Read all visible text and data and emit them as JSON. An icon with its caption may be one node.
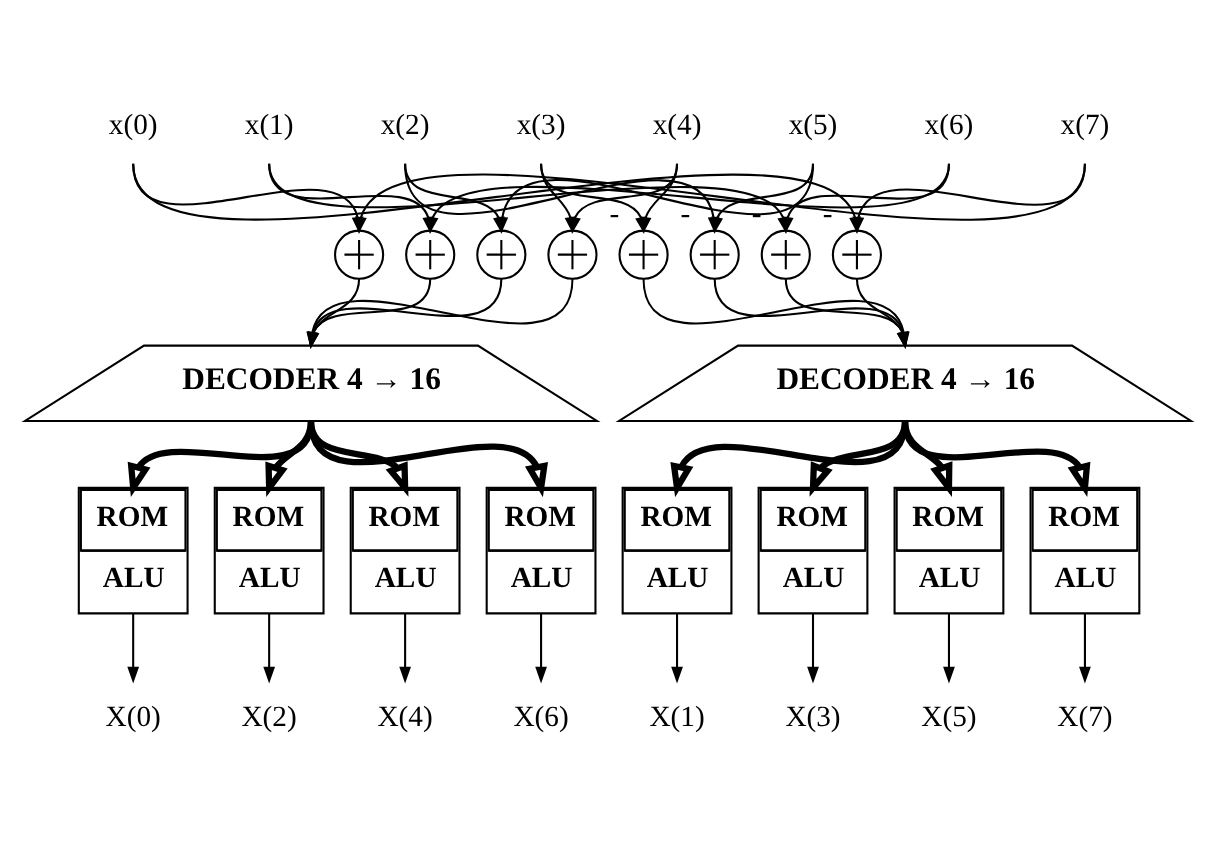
{
  "diagram": {
    "nodes": [
      {
        "text": [
          "x(0)"
        ]
      },
      {
        "text": [
          "x(1)"
        ]
      },
      {
        "text": [
          "x(2)"
        ]
      },
      {
        "text": [
          "x(3)"
        ]
      },
      {
        "text": [
          "x(4)"
        ]
      },
      {
        "text": [
          "x(5)"
        ]
      },
      {
        "text": [
          "x(6)"
        ]
      },
      {
        "text": [
          "x(7)"
        ]
      },
      {
        "text": [],
        "shape": "circle"
      },
      {
        "text": [],
        "shape": "circle"
      },
      {
        "text": [],
        "shape": "circle"
      },
      {
        "text": [],
        "shape": "circle"
      },
      {
        "text": [],
        "shape": "circle",
        "beside": [
          "-"
        ]
      },
      {
        "text": [],
        "shape": "circle",
        "beside": [
          "-"
        ]
      },
      {
        "text": [],
        "shape": "circle",
        "beside": [
          "-"
        ]
      },
      {
        "text": [],
        "shape": "circle",
        "beside": [
          "-"
        ]
      },
      {
        "text": [
          "DECODER 4 → 16"
        ]
      },
      {
        "text": [
          "DECODER 4 → 16"
        ]
      },
      {
        "text": [
          "ROM",
          "ALU"
        ]
      },
      {
        "text": [
          "ROM",
          "ALU"
        ]
      },
      {
        "text": [
          "ROM",
          "ALU"
        ]
      },
      {
        "text": [
          "ROM",
          "ALU"
        ]
      },
      {
        "text": [
          "ROM",
          "ALU"
        ]
      },
      {
        "text": [
          "ROM",
          "ALU"
        ]
      },
      {
        "text": [
          "ROM",
          "ALU"
        ]
      },
      {
        "text": [
          "ROM",
          "ALU"
        ]
      },
      {
        "text": [
          "X(0)"
        ]
      },
      {
        "text": [
          "X(2)"
        ]
      },
      {
        "text": [
          "X(4)"
        ]
      },
      {
        "text": [
          "X(6)"
        ]
      },
      {
        "text": [
          "X(1)"
        ]
      },
      {
        "text": [
          "X(3)"
        ]
      },
      {
        "text": [
          "X(5)"
        ]
      },
      {
        "text": [
          "X(7)"
        ]
      }
    ],
    "edges": [
      {
        "from": 0,
        "to": 8,
        "arrow": "to"
      },
      {
        "from": 7,
        "to": 8,
        "arrow": "to"
      },
      {
        "from": 1,
        "to": 9,
        "arrow": "to"
      },
      {
        "from": 6,
        "to": 9,
        "arrow": "to"
      },
      {
        "from": 2,
        "to": 10,
        "arrow": "to"
      },
      {
        "from": 5,
        "to": 10,
        "arrow": "to"
      },
      {
        "from": 3,
        "to": 11,
        "arrow": "to"
      },
      {
        "from": 4,
        "to": 11,
        "arrow": "to"
      },
      {
        "from": 3,
        "to": 12,
        "arrow": "to"
      },
      {
        "from": 4,
        "to": 12,
        "arrow": "to"
      },
      {
        "from": 2,
        "to": 13,
        "arrow": "to"
      },
      {
        "from": 5,
        "to": 13,
        "arrow": "to"
      },
      {
        "from": 1,
        "to": 14,
        "arrow": "to"
      },
      {
        "from": 6,
        "to": 14,
        "arrow": "to"
      },
      {
        "from": 0,
        "to": 15,
        "arrow": "to"
      },
      {
        "from": 7,
        "to": 15,
        "arrow": "to"
      },
      {
        "from": 8,
        "to": 16,
        "arrow": "to"
      },
      {
        "from": 9,
        "to": 16,
        "arrow": "to"
      },
      {
        "from": 10,
        "to": 16,
        "arrow": "to"
      },
      {
        "from": 11,
        "to": 16,
        "arrow": "to"
      },
      {
        "from": 12,
        "to": 17,
        "arrow": "to"
      },
      {
        "from": 13,
        "to": 17,
        "arrow": "to"
      },
      {
        "from": 14,
        "to": 17,
        "arrow": "to"
      },
      {
        "from": 15,
        "to": 17,
        "arrow": "to"
      },
      {
        "from": 16,
        "to": 18,
        "arrow": "to",
        "style": "thick"
      },
      {
        "from": 16,
        "to": 19,
        "arrow": "to",
        "style": "thick"
      },
      {
        "from": 16,
        "to": 20,
        "arrow": "to",
        "style": "thick"
      },
      {
        "from": 16,
        "to": 21,
        "arrow": "to",
        "style": "thick"
      },
      {
        "from": 17,
        "to": 22,
        "arrow": "to",
        "style": "thick"
      },
      {
        "from": 17,
        "to": 23,
        "arrow": "to",
        "style": "thick"
      },
      {
        "from": 17,
        "to": 24,
        "arrow": "to",
        "style": "thick"
      },
      {
        "from": 17,
        "to": 25,
        "arrow": "to",
        "style": "thick"
      },
      {
        "from": 18,
        "to": 26,
        "arrow": "to"
      },
      {
        "from": 19,
        "to": 27,
        "arrow": "to"
      },
      {
        "from": 20,
        "to": 28,
        "arrow": "to"
      },
      {
        "from": 21,
        "to": 29,
        "arrow": "to"
      },
      {
        "from": 22,
        "to": 30,
        "arrow": "to"
      },
      {
        "from": 23,
        "to": 31,
        "arrow": "to"
      },
      {
        "from": 24,
        "to": 32,
        "arrow": "to"
      },
      {
        "from": 25,
        "to": 33,
        "arrow": "to"
      }
    ]
  }
}
